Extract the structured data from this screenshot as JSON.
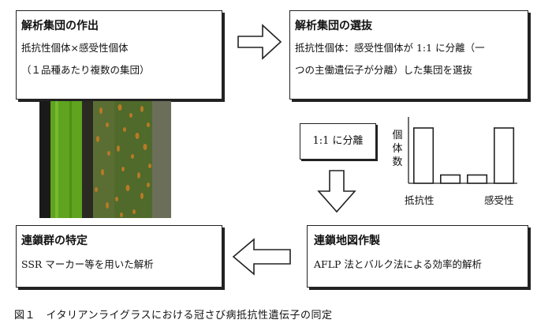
{
  "boxes": {
    "create": {
      "title": "解析集団の作出",
      "lines": [
        "抵抗性個体×感受性個体",
        "（１品種あたり複数の集団）"
      ]
    },
    "select": {
      "title": "解析集団の選抜",
      "lines": [
        "抵抗性個体：感受性個体が 1:1 に分離（一",
        "つの主働遺伝子が分離）した集団を選抜"
      ]
    },
    "linkage_map": {
      "title": "連鎖地図作製",
      "lines": [
        "AFLP 法とバルク法による効率的解析"
      ]
    },
    "linkage_group": {
      "title": "連鎖群の特定",
      "lines": [
        "SSR マーカー等を用いた解析"
      ]
    },
    "ratio": {
      "label": "1:1 に分離"
    }
  },
  "photo": {
    "description_icon": "leaf-photo",
    "colors": {
      "healthy": "#5fa31e",
      "infected": "#4f6a2a",
      "rust": "#b87a25"
    }
  },
  "chart_data": {
    "type": "bar",
    "ylabel": "個体数",
    "xlabels": [
      "抵抗性",
      "感受性"
    ],
    "categories": [
      "",
      "",
      "",
      ""
    ],
    "values": [
      10,
      1.5,
      1.5,
      10
    ],
    "ylim": [
      0,
      12
    ]
  },
  "caption": "図１　イタリアンライグラスにおける冠さび病抵抗性遺伝子の同定"
}
